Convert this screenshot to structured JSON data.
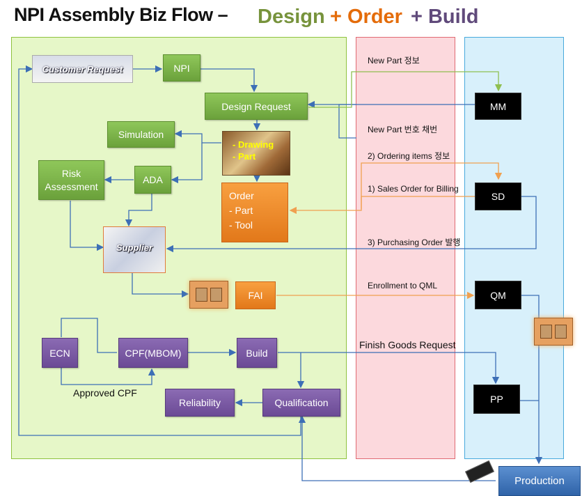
{
  "title": {
    "main": "NPI Assembly  Biz Flow –",
    "design": "Design",
    "order": "+ Order",
    "build": "+ Build"
  },
  "colors": {
    "design": "#77933c",
    "order": "#e46c0a",
    "build": "#604a7b"
  },
  "nodes": {
    "customer_request": "Customer Request",
    "npi": "NPI",
    "design_request": "Design Request",
    "simulation": "Simulation",
    "drawing": "- Drawing",
    "part": "- Part",
    "risk_assessment_1": "Risk",
    "risk_assessment_2": "Assessment",
    "ada": "ADA",
    "order_title": "Order",
    "order_part": "- Part",
    "order_tool": "- Tool",
    "supplier": "Supplier",
    "fai": "FAI",
    "ecn": "ECN",
    "cpf_mbom": "CPF(MBOM)",
    "build": "Build",
    "reliability": "Reliability",
    "qualification": "Qualification",
    "approved_cpf": "Approved  CPF",
    "mm": "MM",
    "sd": "SD",
    "qm": "QM",
    "pp": "PP",
    "production": "Production"
  },
  "labels": {
    "new_part_info": "New Part 정보",
    "new_part_number": "New Part 번호 채번",
    "ordering_items": "2) Ordering items 정보",
    "sales_order": "1) Sales Order for Billing",
    "purchasing_order": "3) Purchasing Order 발행",
    "enrollment_qml": "Enrollment  to QML",
    "finish_goods": "Finish Goods Request"
  }
}
